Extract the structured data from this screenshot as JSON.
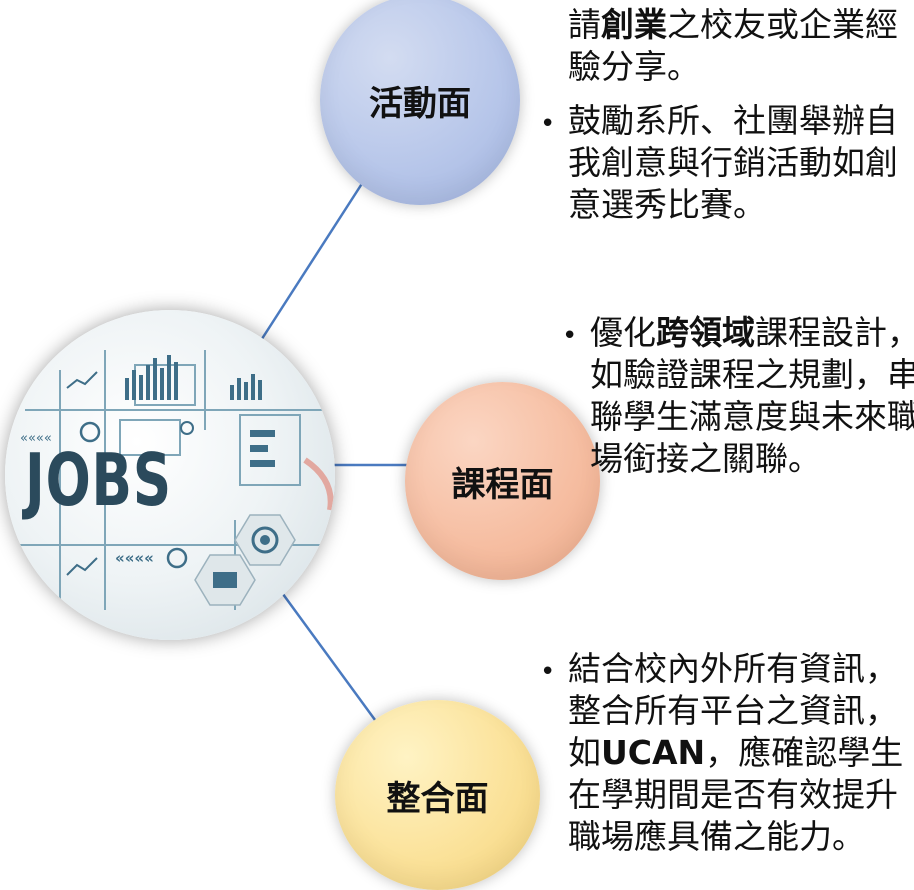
{
  "colors": {
    "line": "#4a7ac0",
    "activity_bubble": "#b8c7ea",
    "course_bubble": "#f6bea2",
    "integration_bubble": "#fbe29a",
    "jobs_text": "#2b4a5c"
  },
  "center": {
    "label": "JOBS"
  },
  "nodes": {
    "activity": {
      "label": "活動面",
      "bullets": [
        {
          "pre": "舉辦相關職涯演講如邀請",
          "bold": "創業",
          "post": "之校友或企業經驗分享。"
        },
        {
          "pre": "鼓勵系所、社團舉辦自我創意與行銷活動如創意選秀比賽。",
          "bold": "",
          "post": ""
        }
      ]
    },
    "course": {
      "label": "課程面",
      "bullets": [
        {
          "pre": "優化",
          "bold": "跨領域",
          "post": "課程設計，如驗證課程之規劃，串聯學生滿意度與未來職場銜接之關聯。"
        }
      ]
    },
    "integration": {
      "label": "整合面",
      "bullets": [
        {
          "pre": "結合校內外所有資訊，整合所有平台之資訊，如",
          "bold": "UCAN",
          "post": "，應確認學生在學期間是否有效提升職場應具備之能力。"
        }
      ]
    }
  },
  "icons": [
    "line-chart-icon",
    "bar-chart-icon",
    "pie-chart-icon",
    "target-icon",
    "mail-icon",
    "clock-icon"
  ]
}
